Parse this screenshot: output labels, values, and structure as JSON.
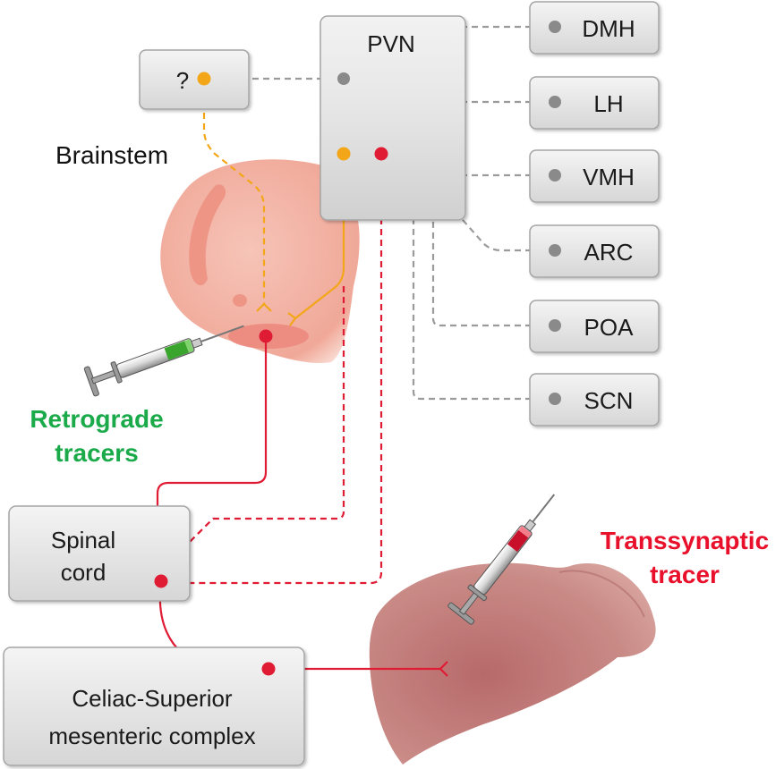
{
  "regions": {
    "pvn": "PVN",
    "unknown": "?",
    "dmh": "DMH",
    "lh": "LH",
    "vmh": "VMH",
    "arc": "ARC",
    "poa": "POA",
    "scn": "SCN",
    "spinal_cord_line1": "Spinal",
    "spinal_cord_line2": "cord",
    "celiac_line1": "Celiac-Superior",
    "celiac_line2": "mesenteric complex"
  },
  "labels": {
    "brainstem": "Brainstem",
    "retrograde_line1": "Retrograde",
    "retrograde_line2": "tracers",
    "transsynaptic_line1": "Transsynaptic",
    "transsynaptic_line2": "tracer"
  },
  "colors": {
    "retrograde": "#1aaa4a",
    "transsynaptic": "#e8102a",
    "orange_pathway": "#f2a618",
    "red_pathway": "#e01b34",
    "gray_pathway": "#9a9a9a"
  }
}
